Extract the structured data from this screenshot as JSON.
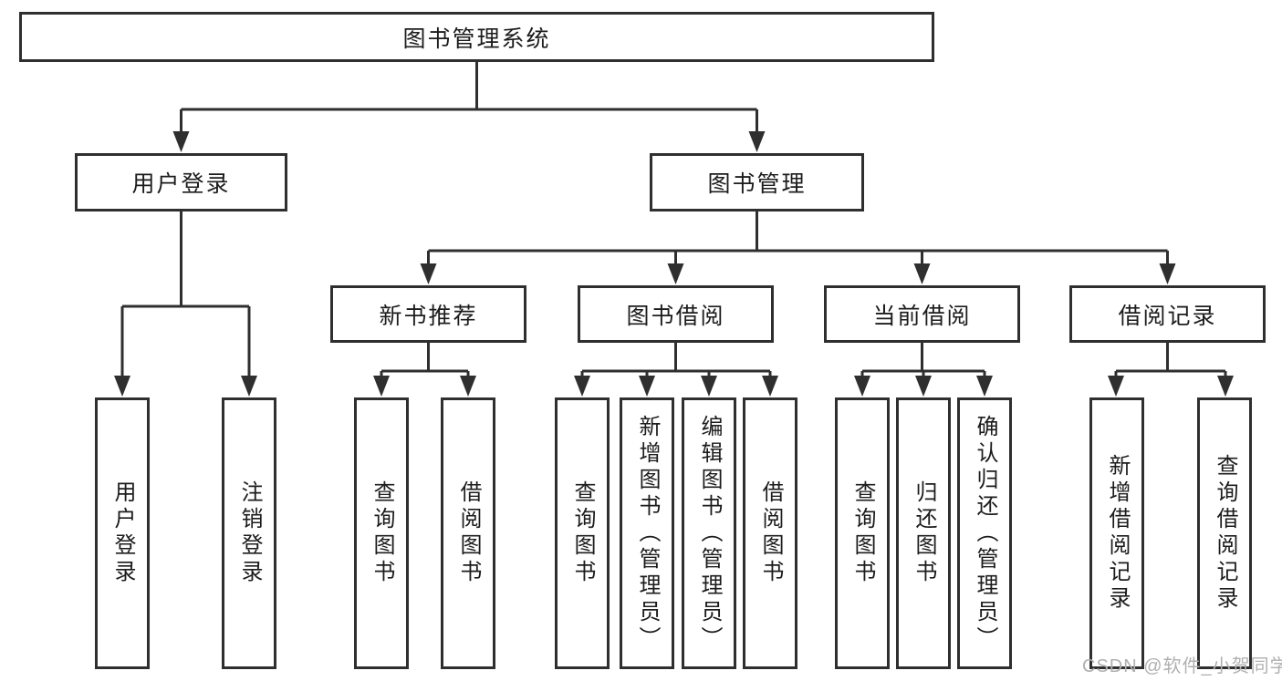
{
  "tree": {
    "root": {
      "label": "图书管理系统"
    },
    "children": [
      {
        "label": "用户登录",
        "children": [
          {
            "label": "用户登录"
          },
          {
            "label": "注销登录"
          }
        ]
      },
      {
        "label": "图书管理",
        "children": [
          {
            "label": "新书推荐",
            "children": [
              {
                "label": "查询图书"
              },
              {
                "label": "借阅图书"
              }
            ]
          },
          {
            "label": "图书借阅",
            "children": [
              {
                "label": "查询图书"
              },
              {
                "label": "新增图书（管理员）"
              },
              {
                "label": "编辑图书（管理员）"
              },
              {
                "label": "借阅图书"
              }
            ]
          },
          {
            "label": "当前借阅",
            "children": [
              {
                "label": "查询图书"
              },
              {
                "label": "归还图书"
              },
              {
                "label": "确认归还（管理员）"
              }
            ]
          },
          {
            "label": "借阅记录",
            "children": [
              {
                "label": "新增借阅记录"
              },
              {
                "label": "查询借阅记录"
              }
            ]
          }
        ]
      }
    ]
  },
  "watermark": {
    "text": "CSDN @软件_小贺同学"
  },
  "colors": {
    "line": "#2f2f2f",
    "text": "#1c1c1c",
    "watermark": "#b0b0b0",
    "background": "#ffffff"
  }
}
